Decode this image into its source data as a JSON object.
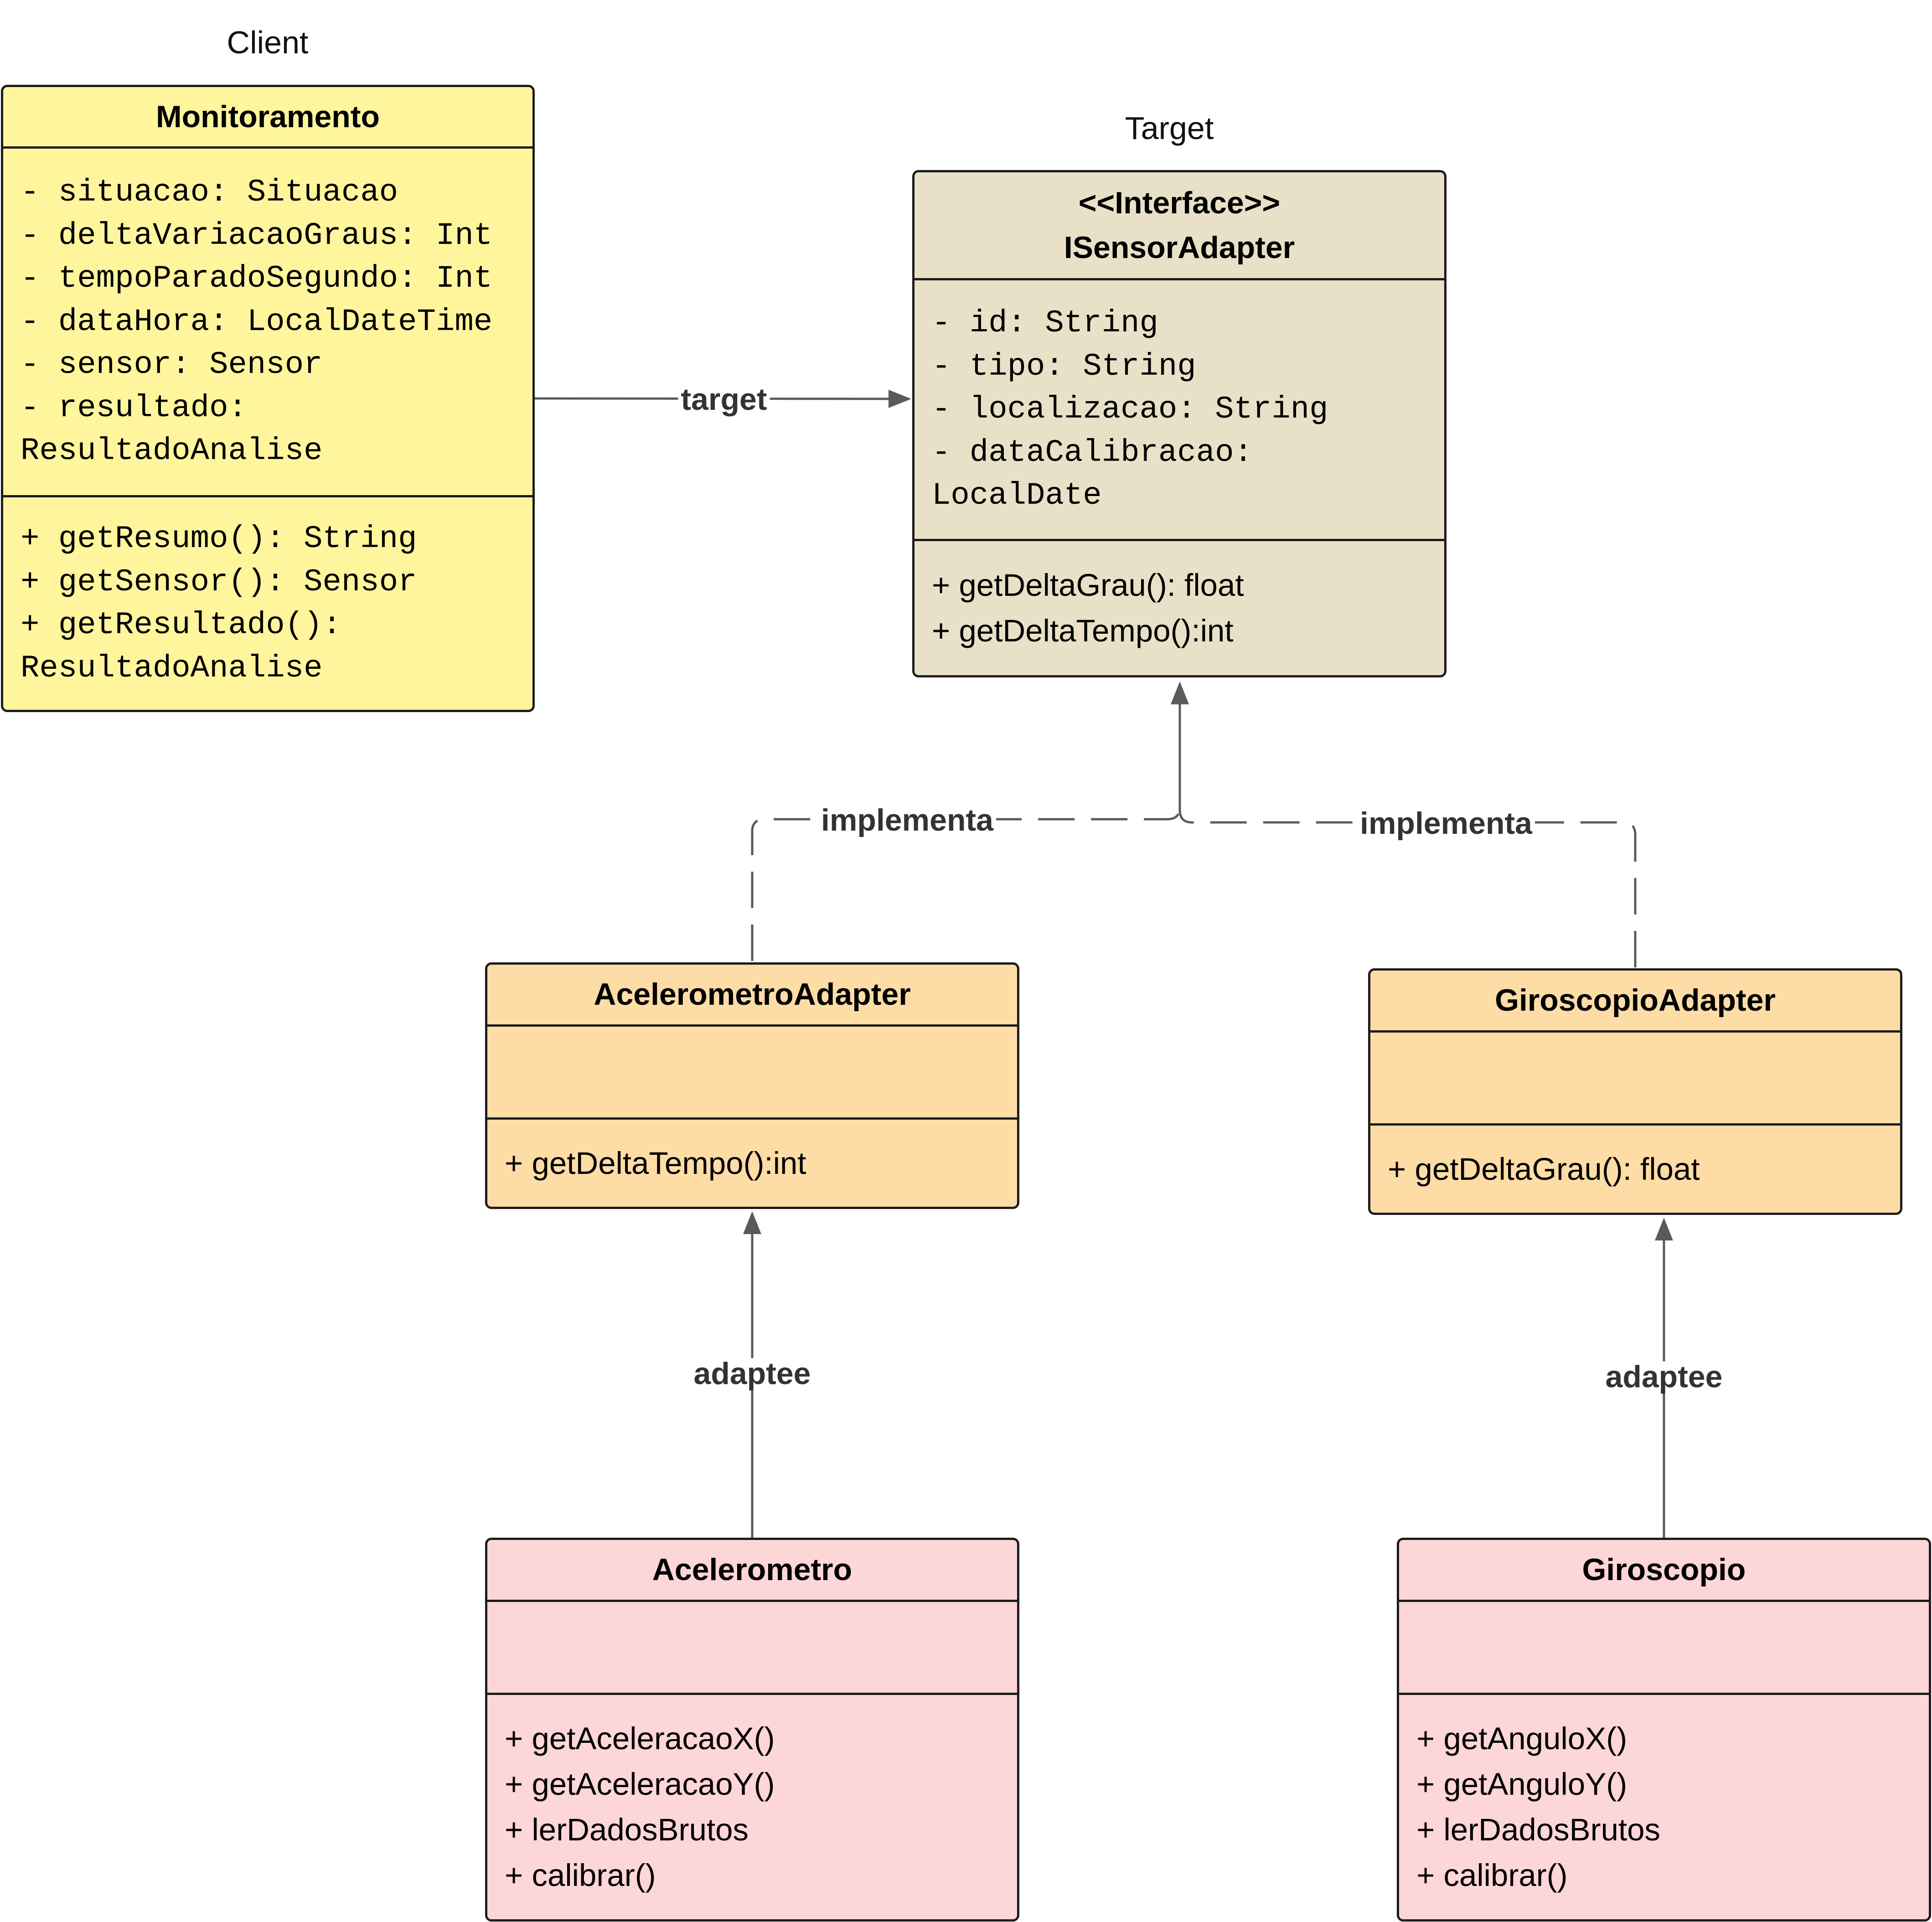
{
  "labels": {
    "client": "Client",
    "target": "Target"
  },
  "classes": {
    "monitoramento": {
      "name": "Monitoramento",
      "attributes": [
        "- situacao: Situacao",
        "- deltaVariacaoGraus: Int",
        "- tempoParadoSegundo: Int",
        "- dataHora: LocalDateTime",
        "- sensor: Sensor",
        "- resultado:",
        "ResultadoAnalise"
      ],
      "methods": [
        "+ getResumo(): String",
        "+ getSensor(): Sensor",
        "+ getResultado():",
        "ResultadoAnalise"
      ]
    },
    "isensor_adapter": {
      "stereotype": "<<Interface>>",
      "name": "ISensorAdapter",
      "attributes": [
        "- id: String",
        "- tipo: String",
        "- localizacao: String",
        "- dataCalibracao:",
        "LocalDate"
      ],
      "methods": [
        "+ getDeltaGrau(): float",
        "+ getDeltaTempo():int"
      ]
    },
    "acelerometro_adapter": {
      "name": "AcelerometroAdapter",
      "methods": [
        "+ getDeltaTempo():int"
      ]
    },
    "giroscopio_adapter": {
      "name": "GiroscopioAdapter",
      "methods": [
        "+ getDeltaGrau(): float"
      ]
    },
    "acelerometro": {
      "name": "Acelerometro",
      "methods": [
        "+ getAceleracaoX()",
        "+ getAceleracaoY()",
        "+ lerDadosBrutos",
        "+ calibrar()"
      ]
    },
    "giroscopio": {
      "name": "Giroscopio",
      "methods": [
        "+ getAnguloX()",
        "+ getAnguloY()",
        "+ lerDadosBrutos",
        "+ calibrar()"
      ]
    }
  },
  "relations": {
    "target": "target",
    "implementa_left": "implementa",
    "implementa_right": "implementa",
    "adaptee_left": "adaptee",
    "adaptee_right": "adaptee"
  },
  "colors": {
    "client_fill": "#fff59d",
    "interface_fill": "#e8e1c7",
    "adapter_fill": "#fddca6",
    "adaptee_fill": "#fdd6d8",
    "connector": "#5a5a5a",
    "border": "#1c1c1c"
  }
}
